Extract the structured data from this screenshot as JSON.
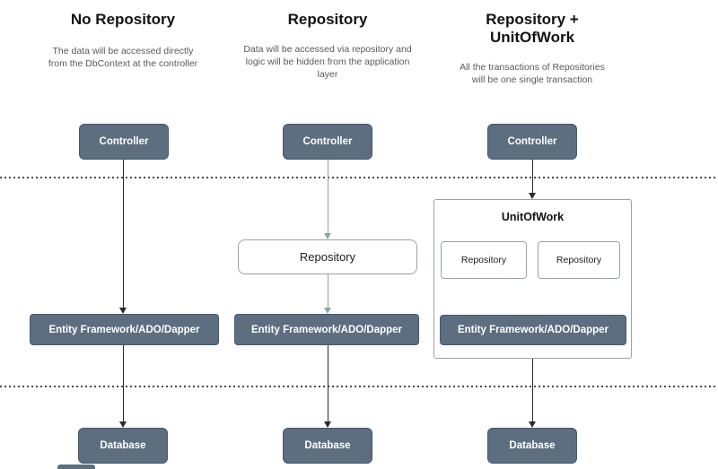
{
  "diagram": {
    "columns": [
      {
        "title": "No Repository",
        "description": "The data will be accessed directly from the DbContext at the controller",
        "controller": "Controller",
        "ef": "Entity Framework/ADO/Dapper",
        "database": "Database"
      },
      {
        "title": "Repository",
        "description": "Data will be accessed via repository and logic will be hidden from the application layer",
        "controller": "Controller",
        "repository": "Repository",
        "ef": "Entity Framework/ADO/Dapper",
        "database": "Database"
      },
      {
        "title": "Repository + UnitOfWork",
        "description": "All the transactions of Repositories will be one single transaction",
        "controller": "Controller",
        "unitofwork": "UnitOfWork",
        "repositories": [
          "Repository",
          "Repository"
        ],
        "ef": "Entity Framework/ADO/Dapper",
        "database": "Database"
      }
    ],
    "colors": {
      "box_fill": "#5c6e7f",
      "box_text": "#ffffff",
      "light_box_border": "#98a2ab",
      "arrow_dark": "#2b2b2b",
      "arrow_light": "#8aa6a4"
    }
  }
}
